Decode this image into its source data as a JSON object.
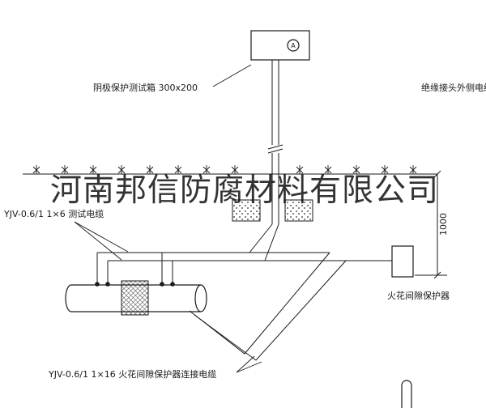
{
  "watermark": "河南邦信防腐材料有限公司",
  "labels": {
    "test_box": "阴极保护测试箱 300x200",
    "outer_cable": "绝缘接头外侧电缆",
    "test_cable": "YJV-0.6/1 1×6  测试电缆",
    "spark_protector": "火花间隙保护器",
    "connect_cable": "YJV-0.6/1 1×16  火花间隙保护器连接电缆",
    "dimension_depth": "1000",
    "device_letter": "A"
  },
  "colors": {
    "line": "#1a1a1a",
    "background": "#ffffff",
    "watermark": "#0f0f0f"
  }
}
